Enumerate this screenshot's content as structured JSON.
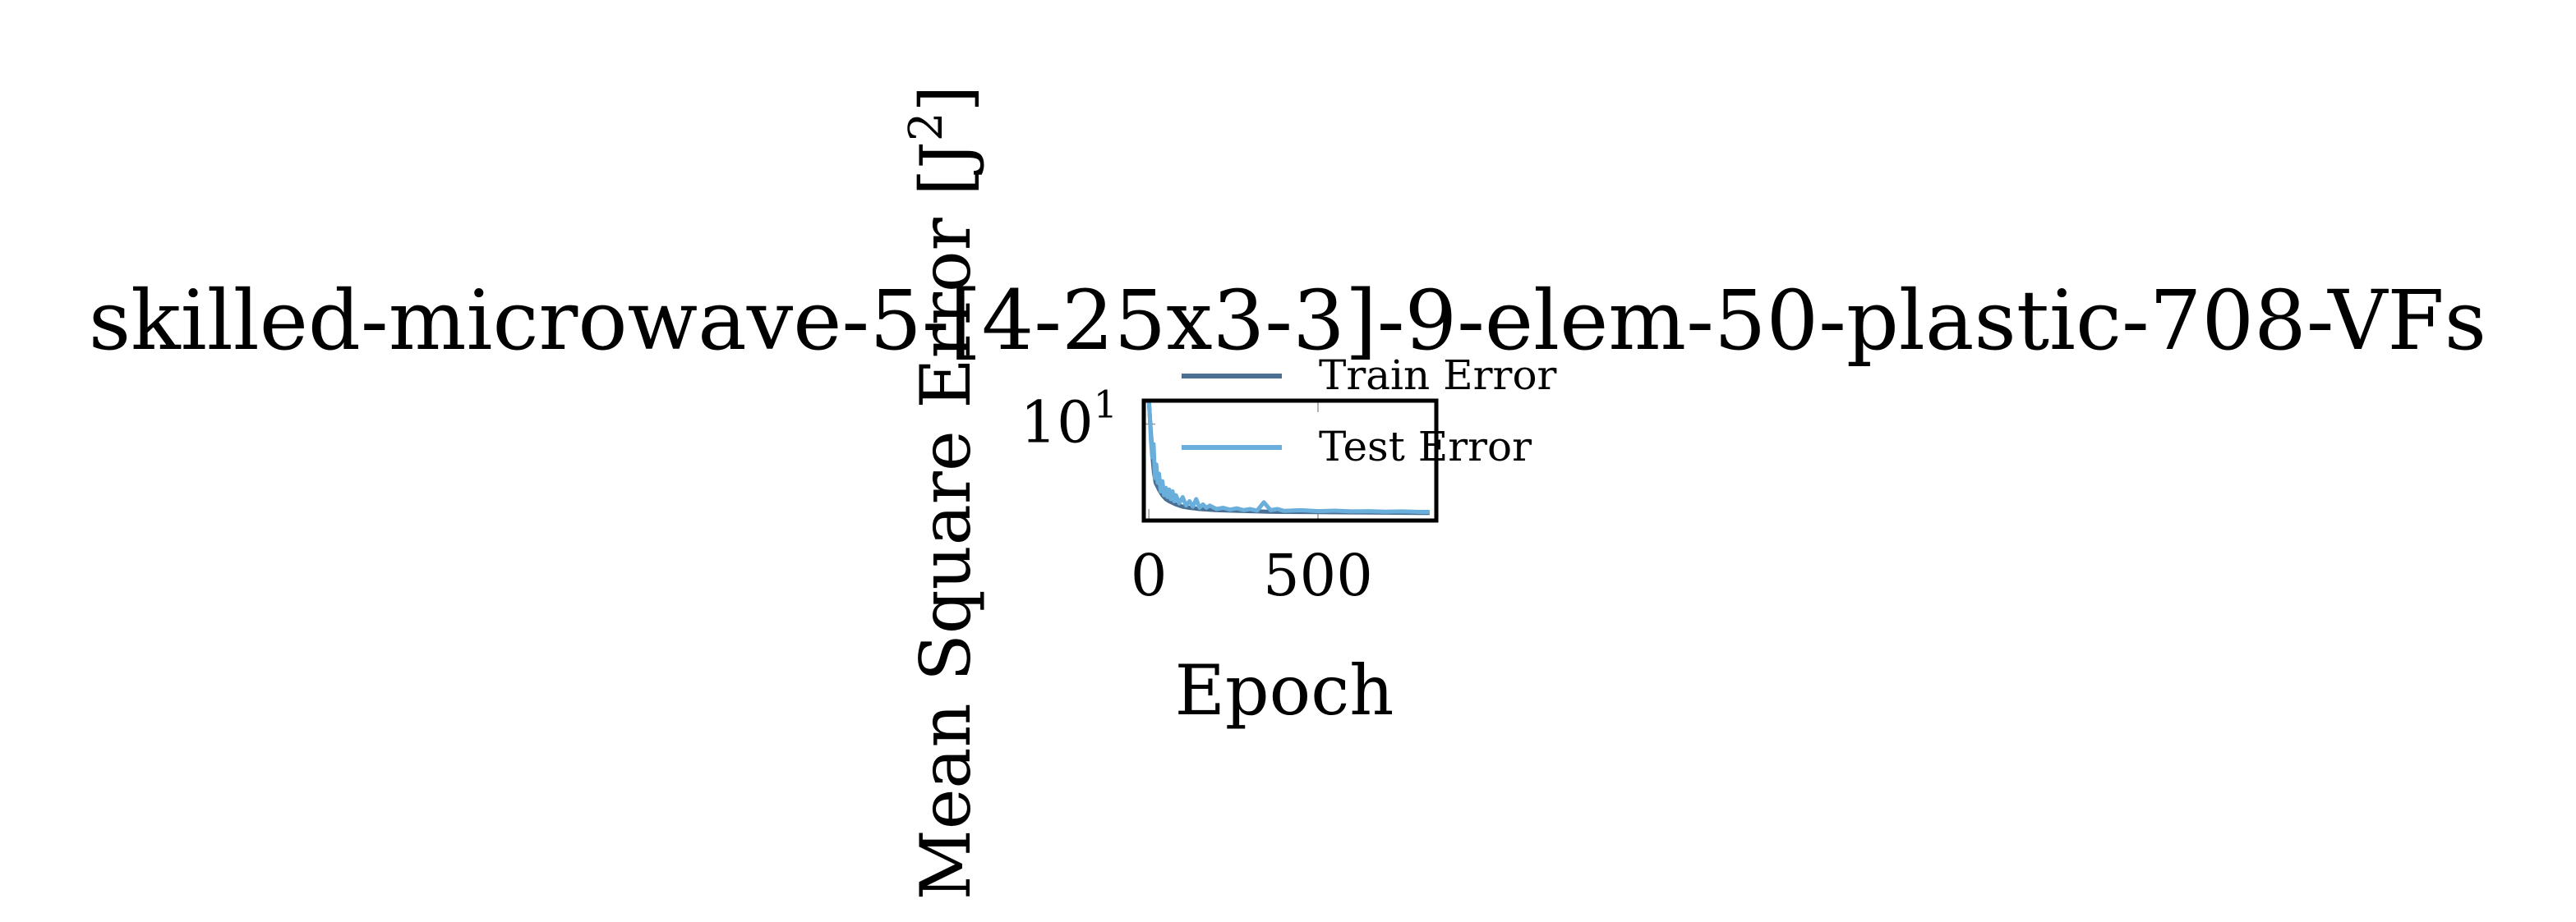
{
  "chart_data": {
    "type": "line",
    "title": "skilled-microwave-5-[4-25x3-3]-9-elem-50-plastic-708-VFs",
    "xlabel": "Epoch",
    "ylabel_main": "Mean Square Error [J",
    "ylabel_sup": "2",
    "ylabel_close": "]",
    "y_scale": "log",
    "xlim": [
      -15,
      850
    ],
    "ylim": [
      2.5,
      14
    ],
    "x_ticks": [
      {
        "value": 0,
        "label": "0"
      },
      {
        "value": 500,
        "label": "500"
      }
    ],
    "y_ticks": [
      {
        "value": 10,
        "base": "10",
        "exp": "1"
      }
    ],
    "legend": {
      "placement": "upper-center",
      "entries": [
        {
          "label": "Train Error",
          "color": "#4a6f93"
        },
        {
          "label": "Test Error",
          "color": "#6aaedb"
        }
      ]
    },
    "series": [
      {
        "name": "Train Error",
        "color": "#4a6f93",
        "x": [
          0,
          5,
          10,
          15,
          20,
          30,
          40,
          50,
          60,
          80,
          100,
          120,
          150,
          200,
          250,
          300,
          350,
          400,
          500,
          600,
          700,
          800,
          830
        ],
        "y": [
          14,
          9.5,
          6.5,
          5.0,
          4.3,
          3.9,
          3.6,
          3.4,
          3.3,
          3.15,
          3.05,
          3.0,
          2.95,
          2.9,
          2.88,
          2.86,
          2.84,
          2.83,
          2.82,
          2.81,
          2.8,
          2.79,
          2.79
        ]
      },
      {
        "name": "Test Error",
        "color": "#6aaedb",
        "x": [
          0,
          3,
          6,
          10,
          14,
          18,
          22,
          26,
          30,
          35,
          40,
          45,
          50,
          55,
          60,
          65,
          70,
          75,
          80,
          90,
          100,
          110,
          120,
          130,
          140,
          150,
          160,
          170,
          180,
          200,
          220,
          240,
          260,
          280,
          300,
          320,
          340,
          360,
          380,
          400,
          450,
          500,
          550,
          600,
          650,
          700,
          750,
          800,
          830
        ],
        "y": [
          14,
          11,
          8,
          6.2,
          7.5,
          4.6,
          5.6,
          4.3,
          4.9,
          3.8,
          4.4,
          3.6,
          4.0,
          3.5,
          3.9,
          3.4,
          3.8,
          3.3,
          3.6,
          3.2,
          3.5,
          3.1,
          3.3,
          3.05,
          3.4,
          3.0,
          3.15,
          3.0,
          3.1,
          2.95,
          3.0,
          2.92,
          2.98,
          2.9,
          2.95,
          2.88,
          3.25,
          2.9,
          2.95,
          2.87,
          2.9,
          2.86,
          2.88,
          2.85,
          2.86,
          2.84,
          2.85,
          2.83,
          2.83
        ]
      }
    ]
  }
}
